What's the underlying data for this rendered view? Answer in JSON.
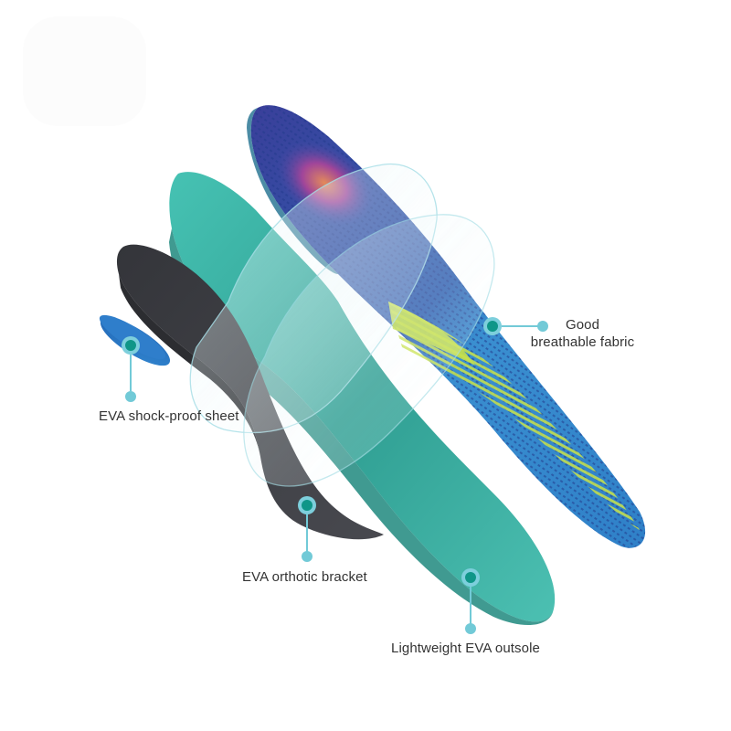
{
  "figure": {
    "subject": "Exploded view of orthotic insole layers",
    "colors": {
      "marker_ring": "#7dcfdc",
      "marker_core": "#0f9688",
      "leader_line": "#72cad7",
      "label_text": "#333333",
      "top_fabric_blue": "#2f6fb8",
      "top_fabric_purple": "#5a3a9a",
      "top_fabric_yellow": "#c8e04a",
      "teal_layer": "#3bb3a6",
      "dark_bracket": "#3e3f44",
      "shock_sheet_blue": "#2a74c0"
    }
  },
  "callouts": [
    {
      "id": "fabric",
      "line1": "Good",
      "line2": "breathable fabric",
      "layer": "top fabric layer"
    },
    {
      "id": "shock",
      "text": "EVA shock-proof sheet",
      "layer": "blue heel pad"
    },
    {
      "id": "bracket",
      "text": "EVA orthotic bracket",
      "layer": "dark gray arch support"
    },
    {
      "id": "outsole",
      "text": "Lightweight EVA outsole",
      "layer": "teal base layer"
    }
  ]
}
